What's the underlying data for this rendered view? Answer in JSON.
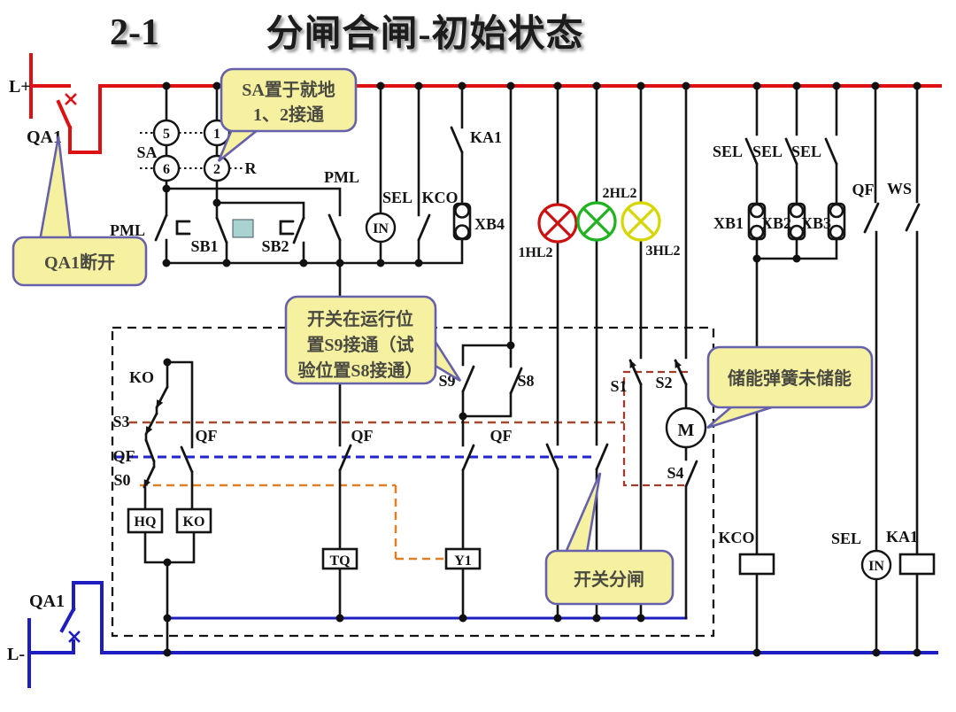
{
  "title": {
    "number": "2-1",
    "text": "分闸合闸-初始状态"
  },
  "power": {
    "positive": "L+",
    "negative": "L-",
    "breaker_top": "QA1",
    "breaker_bottom": "QA1"
  },
  "sa_switch": {
    "name": "SA",
    "c5": "5",
    "c1": "1",
    "c6": "6",
    "c2": "2",
    "r": "R"
  },
  "labels": {
    "pml_left": "PML",
    "sb1": "SB1",
    "sb2": "SB2",
    "pml_right": "PML",
    "sel_top": "SEL",
    "kco_top": "KCO",
    "ka1_top": "KA1",
    "in_top": "IN",
    "xb4": "XB4",
    "lamp1": "1HL2",
    "lamp2": "2HL2",
    "lamp3": "3HL2",
    "ko_contact": "KO",
    "s3": "S3",
    "qf_chain": "QF",
    "s0": "S0",
    "qf_a": "QF",
    "qf_b": "QF",
    "qf_c": "QF",
    "s9": "S9",
    "s8": "S8",
    "s1": "S1",
    "s2": "S2",
    "s4": "S4",
    "motor": "M",
    "hq_coil": "HQ",
    "ko_coil": "KO",
    "tq_coil": "TQ",
    "y1_coil": "Y1",
    "sel1": "SEL",
    "sel2": "SEL",
    "sel3": "SEL",
    "xb1": "XB1",
    "xb2": "XB2",
    "xb3": "XB3",
    "qf_right": "QF",
    "ws": "WS",
    "kco_coil": "KCO",
    "sel_bottom": "SEL",
    "in_bottom": "IN",
    "ka1_coil": "KA1"
  },
  "callouts": {
    "sa": [
      "SA置于就地",
      "1、2接通"
    ],
    "qa1": "QA1断开",
    "s9": [
      "开关在运行位",
      "置S9接通（试",
      "验位置S8接通）"
    ],
    "spring": "储能弹簧未储能",
    "open": "开关分闸"
  },
  "colors": {
    "bus_positive": "#dd1111",
    "bus_negative": "#1d1dc0",
    "wire": "#141414",
    "lamp_red": "#cc1111",
    "lamp_green": "#1fb41f",
    "lamp_yellow": "#d6d600",
    "callout_fill": "#f5f1a0",
    "callout_border": "#6661ab",
    "linkage_qf": "#2323cc",
    "linkage_s3": "#a34a2f",
    "linkage_s0": "#e07f24",
    "highlight_square": "#a9d3d1"
  }
}
